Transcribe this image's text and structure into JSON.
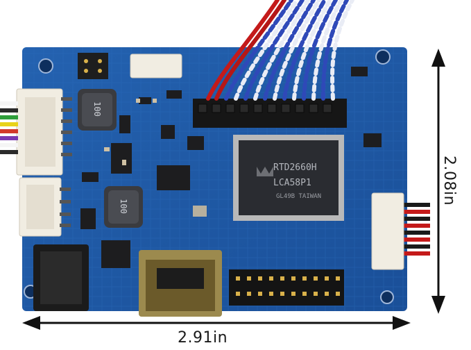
{
  "dimensions": {
    "width_label": "2.91in",
    "height_label": "2.08in"
  },
  "chip": {
    "line1": "RTD2660H",
    "line2": "LCA58P1",
    "line3": "GL49B TAIWAN"
  },
  "inductors": {
    "label_top": "100",
    "label_bottom": "100"
  },
  "colors": {
    "board": "#1f5aa6",
    "board_dark": "#174684",
    "ic": "#2a2c31",
    "connector": "#f2eee4",
    "pin": "#1a1a1a",
    "cable_blue": "#2f49b8",
    "cable_red": "#c41a1a"
  }
}
